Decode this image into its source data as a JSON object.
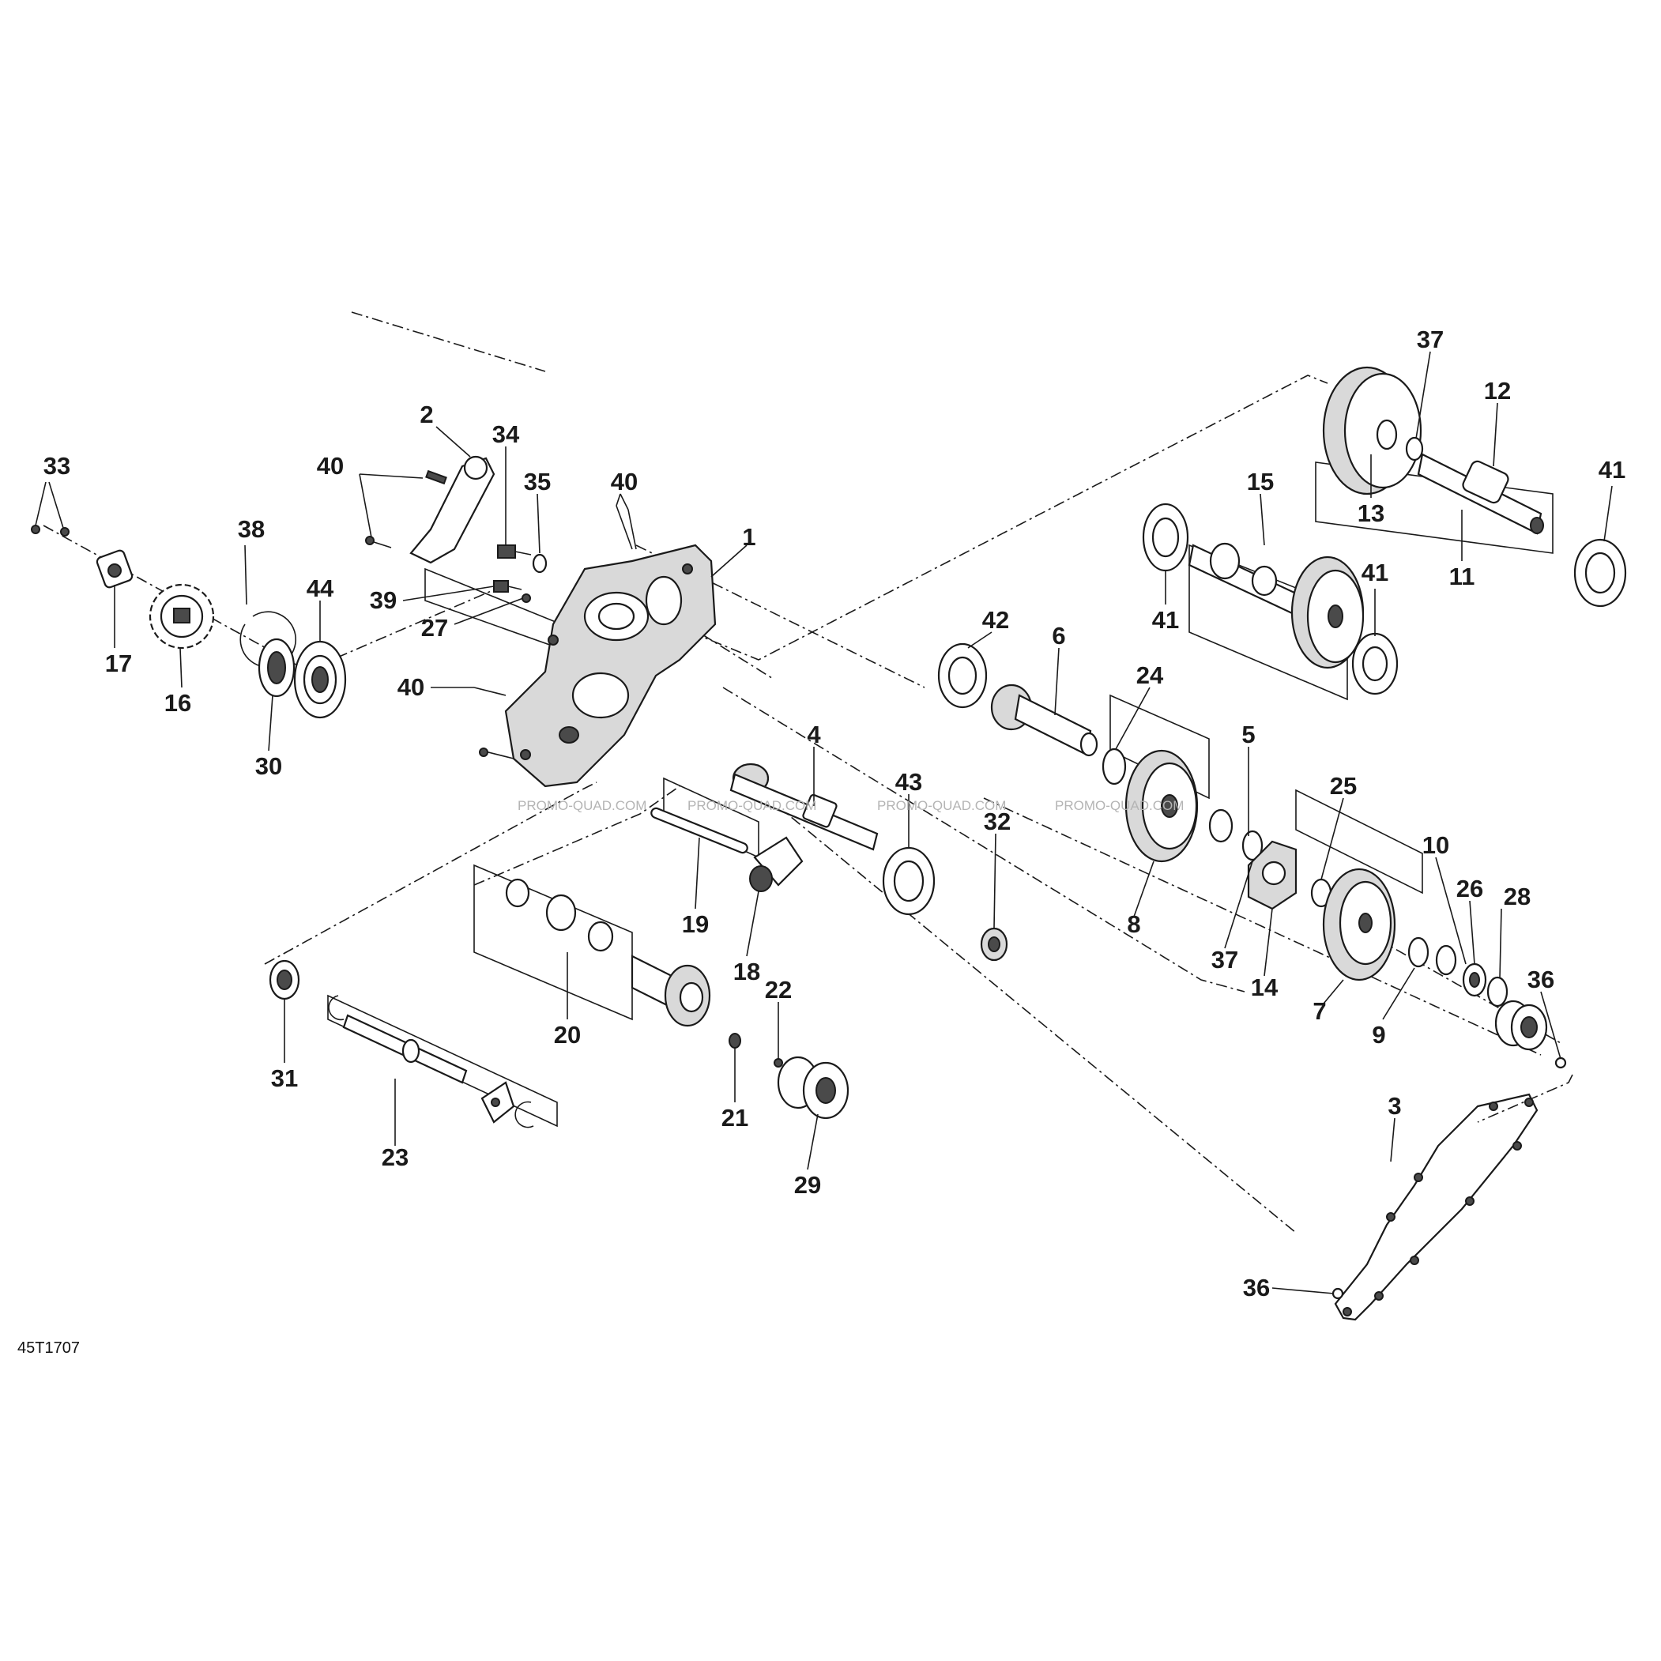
{
  "diagram": {
    "watermark": "PROMO-QUAD.COM",
    "drawing_code": "45T1707",
    "callouts": [
      "1",
      "2",
      "3",
      "4",
      "5",
      "6",
      "7",
      "8",
      "9",
      "10",
      "11",
      "12",
      "13",
      "14",
      "15",
      "16",
      "17",
      "18",
      "19",
      "20",
      "21",
      "22",
      "23",
      "24",
      "25",
      "26",
      "27",
      "28",
      "29",
      "30",
      "31",
      "32",
      "33",
      "34",
      "35",
      "36",
      "37",
      "38",
      "39",
      "40",
      "41",
      "42",
      "43",
      "44"
    ]
  }
}
